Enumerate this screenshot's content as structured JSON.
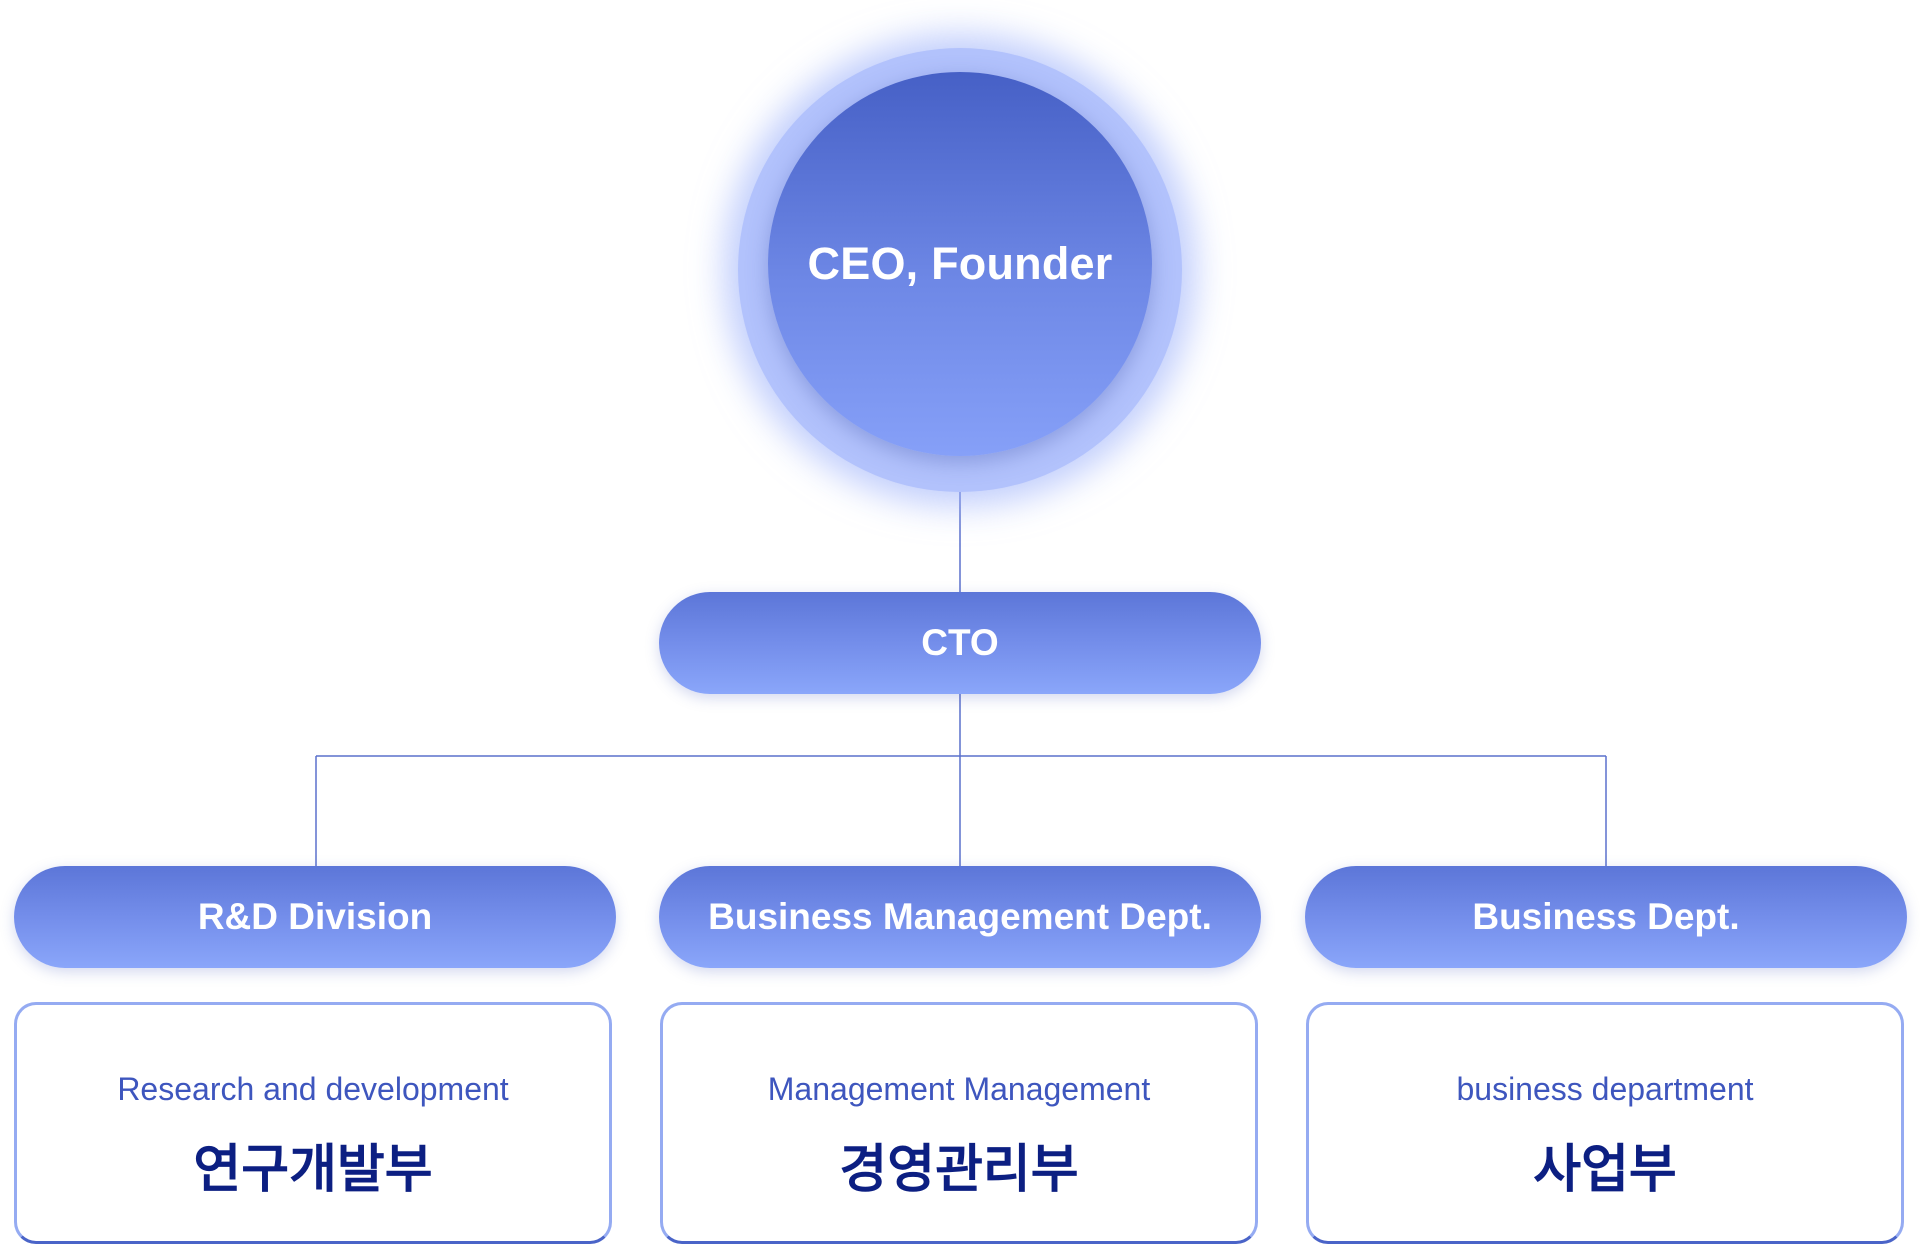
{
  "ceo": {
    "label": "CEO, Founder"
  },
  "cto": {
    "label": "CTO"
  },
  "departments": [
    {
      "title": "R&D Division",
      "en": "Research and development",
      "ko": "연구개발부"
    },
    {
      "title": "Business Management Dept.",
      "en": "Management Management",
      "ko": "경영관리부"
    },
    {
      "title": "Business Dept.",
      "en": "business department",
      "ko": "사업부"
    }
  ],
  "colors": {
    "line": "#5a70cc",
    "node_gradient_top": "#5c76d8",
    "node_gradient_bottom": "#8aa6fa",
    "glow": "#b2c2fc",
    "card_border": "#95abf2",
    "card_en_text": "#3e56be",
    "card_ko_text": "#0c1f82"
  }
}
